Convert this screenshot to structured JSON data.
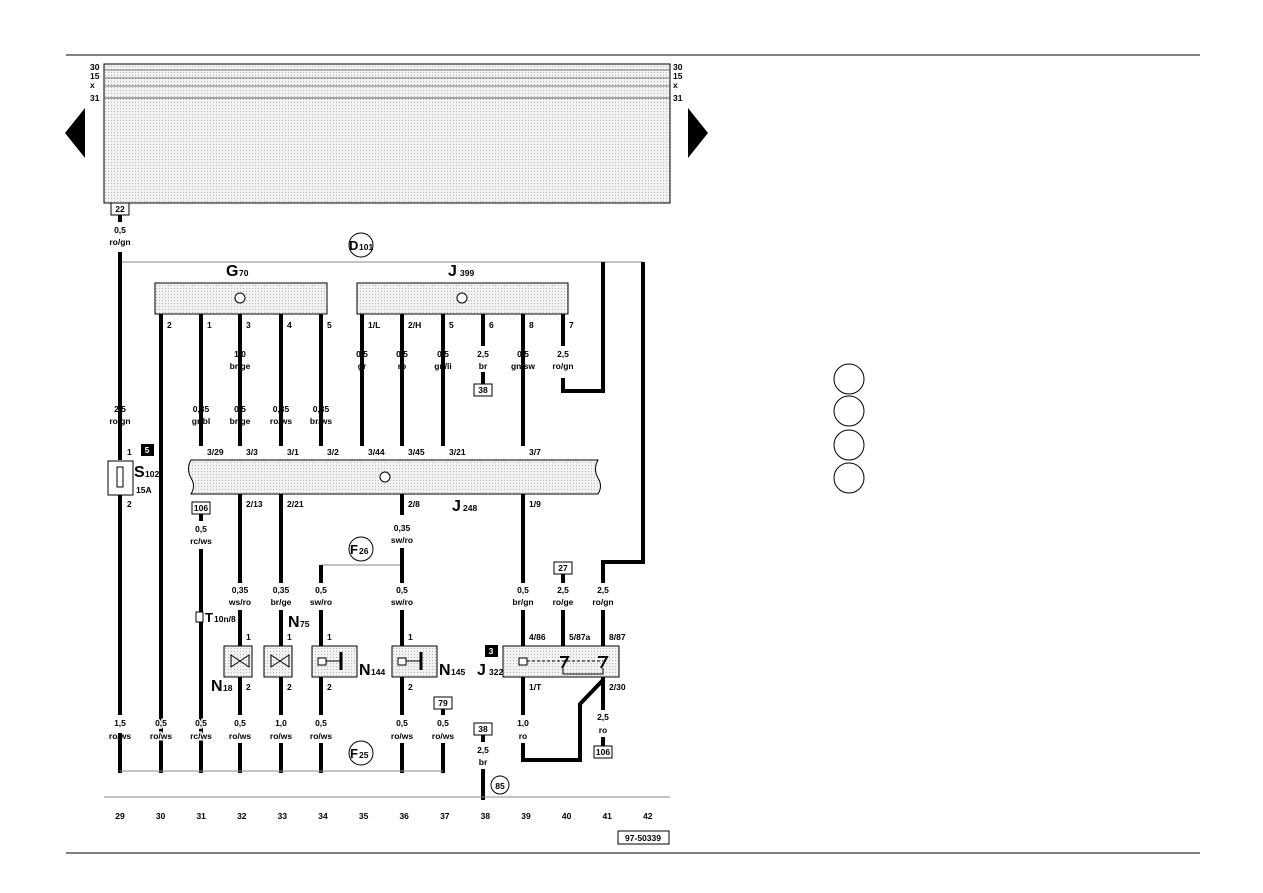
{
  "diagram_number": "97-50339",
  "rails": {
    "r30": "30",
    "r15": "15",
    "rx": "x",
    "r31": "31"
  },
  "nav": {
    "prev": "previous-page",
    "next": "next-page"
  },
  "components": {
    "D": {
      "id": "D",
      "sub": "101"
    },
    "G": {
      "id": "G",
      "sub": "70"
    },
    "J399": {
      "id": "J",
      "sub": "399"
    },
    "S": {
      "id": "S",
      "sub": "102",
      "rating": "15A",
      "badge": "5"
    },
    "J248": {
      "id": "J",
      "sub": "248"
    },
    "F26": {
      "id": "F",
      "sub": "26"
    },
    "F25": {
      "id": "F",
      "sub": "25"
    },
    "T10": {
      "id": "T",
      "sub": "10n/8"
    },
    "N18": {
      "id": "N",
      "sub": "18"
    },
    "N75": {
      "id": "N",
      "sub": "75"
    },
    "N144": {
      "id": "N",
      "sub": "144"
    },
    "N145": {
      "id": "N",
      "sub": "145"
    },
    "J322": {
      "id": "J",
      "sub": "322",
      "badge": "3"
    },
    "ground85": "85"
  },
  "refs": {
    "r22": "22",
    "r106a": "106",
    "r38a": "38",
    "r27": "27",
    "r79": "79",
    "r38b": "38",
    "r106b": "106"
  },
  "pins": {
    "s1": "1",
    "s2": "2",
    "g2": "2",
    "g1": "1",
    "g3": "3",
    "g4": "4",
    "g5": "5",
    "j1L": "1/L",
    "j2H": "2/H",
    "j5": "5",
    "j6": "6",
    "j8": "8",
    "j7": "7",
    "c329": "3/29",
    "c33": "3/3",
    "c31": "3/1",
    "c32": "3/2",
    "c344": "3/44",
    "c345": "3/45",
    "c321": "3/21",
    "c37": "3/7",
    "c213": "2/13",
    "c221": "2/21",
    "c28": "2/8",
    "c19": "1/9",
    "n18t": "1",
    "n75t": "1",
    "n144t": "1",
    "n145t": "1",
    "n18b": "2",
    "n75b": "2",
    "n144b": "2",
    "n145b": "2",
    "r486": "4/86",
    "r587a": "5/87a",
    "r887": "8/87",
    "r1T": "1/T",
    "r230": "2/30"
  },
  "wires": {
    "w22": [
      "0,5",
      "ro/gn"
    ],
    "w1a": [
      "1,0",
      "br/ge"
    ],
    "wj1L": [
      "0,5",
      "gr"
    ],
    "wj2H": [
      "0,5",
      "ro"
    ],
    "wj5": [
      "0,5",
      "gn/li"
    ],
    "wj6": [
      "2,5",
      "br"
    ],
    "wj8": [
      "0,5",
      "gn/sw"
    ],
    "wj7": [
      "2,5",
      "ro/gn"
    ],
    "wS": [
      "2,5",
      "ro/gn"
    ],
    "wg1": [
      "0,35",
      "gr/bl"
    ],
    "wg3": [
      "0,5",
      "br/ge"
    ],
    "wg4": [
      "0,35",
      "ro/ws"
    ],
    "wg5": [
      "0,35",
      "br/ws"
    ],
    "w106": [
      "0,5",
      "rc/ws"
    ],
    "w28": [
      "0,35",
      "sw/ro"
    ],
    "w32": [
      "0,35",
      "ws/ro"
    ],
    "w33": [
      "0,35",
      "br/ge"
    ],
    "w34": [
      "0,5",
      "sw/ro"
    ],
    "w36": [
      "0,5",
      "sw/ro"
    ],
    "w39": [
      "0,5",
      "br/gn"
    ],
    "w40": [
      "2,5",
      "ro/ge"
    ],
    "w41": [
      "2,5",
      "ro/gn"
    ],
    "b29": [
      "1,5",
      "ro/ws"
    ],
    "b30": [
      "0,5",
      "ro/ws"
    ],
    "b31": [
      "0,5",
      "rc/ws"
    ],
    "b32": [
      "0,5",
      "ro/ws"
    ],
    "b33": [
      "1,0",
      "ro/ws"
    ],
    "b34": [
      "0,5",
      "ro/ws"
    ],
    "b36": [
      "0,5",
      "ro/ws"
    ],
    "b37": [
      "0,5",
      "ro/ws"
    ],
    "b38": [
      "2,5",
      "br"
    ],
    "b39": [
      "1,0",
      "ro"
    ],
    "b41": [
      "2,5",
      "ro"
    ]
  },
  "tracks": [
    "29",
    "30",
    "31",
    "32",
    "33",
    "34",
    "35",
    "36",
    "37",
    "38",
    "39",
    "40",
    "41",
    "42"
  ],
  "colors": {
    "ink": "#000000",
    "panel": "#ececec",
    "paper": "#ffffff"
  }
}
